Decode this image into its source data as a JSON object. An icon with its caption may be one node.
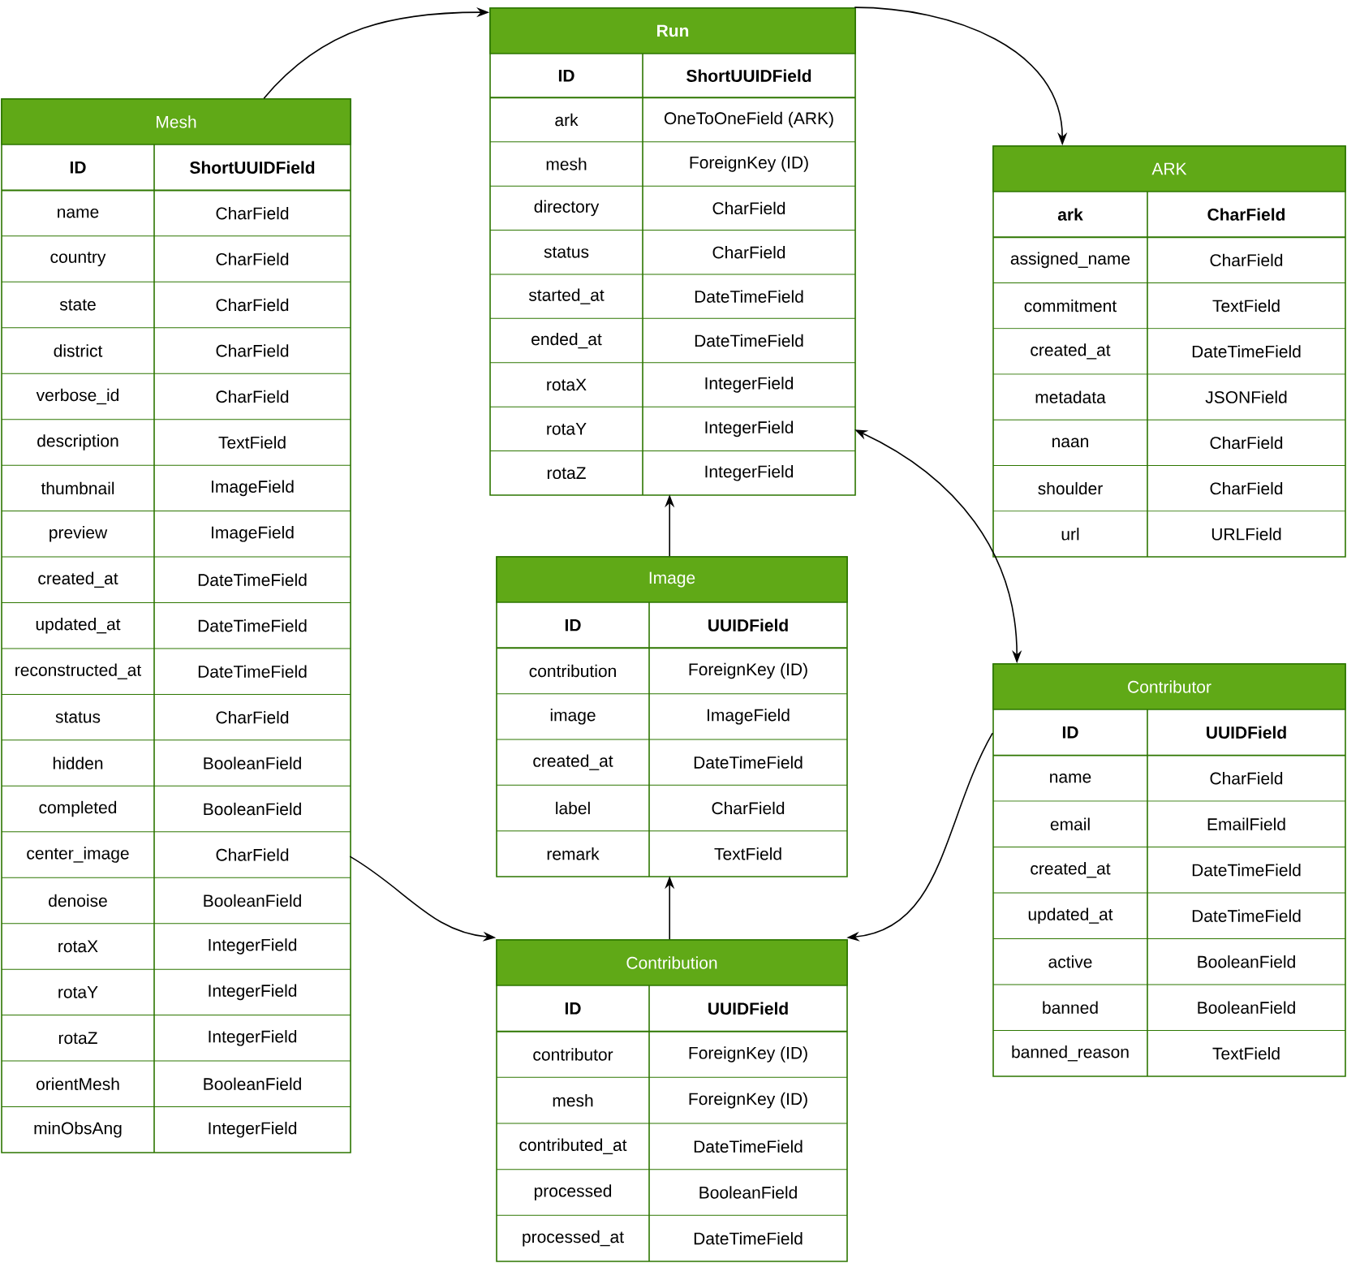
{
  "diagram": {
    "nodes": [
      {
        "text": [
          "Mesh",
          "ID",
          "ShortUUIDField",
          "name",
          "CharField",
          "country",
          "CharField",
          "state",
          "CharField",
          "district",
          "CharField",
          "verbose_id",
          "CharField",
          "description",
          "TextField",
          "thumbnail",
          "ImageField",
          "preview",
          "ImageField",
          "created_at",
          "DateTimeField",
          "updated_at",
          "DateTimeField",
          "reconstructed_at",
          "DateTimeField",
          "status",
          "CharField",
          "hidden",
          "BooleanField",
          "completed",
          "BooleanField",
          "center_image",
          "CharField",
          "denoise",
          "BooleanField",
          "rotaX",
          "IntegerField",
          "rotaY",
          "IntegerField",
          "rotaZ",
          "IntegerField",
          "orientMesh",
          "BooleanField",
          "minObsAng",
          "IntegerField"
        ]
      },
      {
        "text": [
          "Run",
          "ID",
          "ShortUUIDField",
          "ark",
          "OneToOneField (ARK)",
          "mesh",
          "ForeignKey (ID)",
          "directory",
          "CharField",
          "status",
          "CharField",
          "started_at",
          "DateTimeField",
          "ended_at",
          "DateTimeField",
          "rotaX",
          "IntegerField",
          "rotaY",
          "IntegerField",
          "rotaZ",
          "IntegerField"
        ]
      },
      {
        "text": [
          "ARK",
          "ark",
          "CharField",
          "assigned_name",
          "CharField",
          "commitment",
          "TextField",
          "created_at",
          "DateTimeField",
          "metadata",
          "JSONField",
          "naan",
          "CharField",
          "shoulder",
          "CharField",
          "url",
          "URLField"
        ]
      },
      {
        "text": [
          "Image",
          "ID",
          "UUIDField",
          "contribution",
          "ForeignKey (ID)",
          "image",
          "ImageField",
          "created_at",
          "DateTimeField",
          "label",
          "CharField",
          "remark",
          "TextField"
        ]
      },
      {
        "text": [
          "Contributor",
          "ID",
          "UUIDField",
          "name",
          "CharField",
          "email",
          "EmailField",
          "created_at",
          "DateTimeField",
          "updated_at",
          "DateTimeField",
          "active",
          "BooleanField",
          "banned",
          "BooleanField",
          "banned_reason",
          "TextField"
        ]
      },
      {
        "text": [
          "Contribution",
          "ID",
          "UUIDField",
          "contributor",
          "ForeignKey (ID)",
          "mesh",
          "ForeignKey (ID)",
          "contributed_at",
          "DateTimeField",
          "processed",
          "BooleanField",
          "processed_at",
          "DateTimeField"
        ]
      }
    ],
    "edges": [
      {
        "from": 0,
        "to": 1,
        "arrow": "to"
      },
      {
        "from": 1,
        "to": 2,
        "arrow": "to"
      },
      {
        "from": 1,
        "to": 4,
        "arrow": "both"
      },
      {
        "from": 3,
        "to": 1,
        "arrow": "to"
      },
      {
        "from": 5,
        "to": 3,
        "arrow": "to"
      },
      {
        "from": 0,
        "to": 5,
        "arrow": "to"
      },
      {
        "from": 4,
        "to": 5,
        "arrow": "to"
      }
    ]
  }
}
